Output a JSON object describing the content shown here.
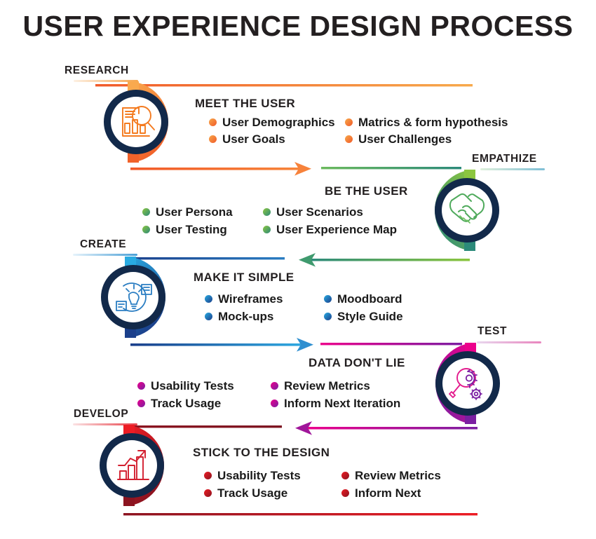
{
  "title": "USER EXPERIENCE DESIGN PROCESS",
  "colors": {
    "navy": "#12294a",
    "text": "#1a1a1a",
    "orange_light": "#f7a94b",
    "orange_dark": "#f15a29",
    "orange_bullet": "#f47b20",
    "green_light": "#8cc63f",
    "green_dark": "#2c8a7a",
    "green_bullet": "#51a94b",
    "blue_light": "#29abe2",
    "blue_dark": "#1b3f8b",
    "blue_bullet": "#2a7dc2",
    "pink": "#ec008c",
    "purple": "#7b1fa2",
    "magenta_bullet": "#b5148c",
    "red_light": "#ed1c24",
    "red_dark": "#8c1420",
    "red_bullet": "#c3172a"
  },
  "sections": [
    {
      "id": "research",
      "stage_label": "RESEARCH",
      "heading": "MEET THE USER",
      "icon": "document-magnifier-chart-icon",
      "bullets_left": [
        "User Demographics",
        "User Goals"
      ],
      "bullets_right": [
        "Matrics & form hypothesis",
        "User Challenges"
      ]
    },
    {
      "id": "empathize",
      "stage_label": "EMPATHIZE",
      "heading": "BE THE USER",
      "icon": "handshake-icon",
      "bullets_left": [
        "User Persona",
        "User Testing"
      ],
      "bullets_right": [
        "User Scenarios",
        "User Experience Map"
      ]
    },
    {
      "id": "create",
      "stage_label": "CREATE",
      "heading": "MAKE IT SIMPLE",
      "icon": "lightbulb-wireframe-icon",
      "bullets_left": [
        "Wireframes",
        "Mock-ups"
      ],
      "bullets_right": [
        "Moodboard",
        "Style Guide"
      ]
    },
    {
      "id": "test",
      "stage_label": "TEST",
      "heading": "DATA DON'T LIE",
      "icon": "magnifier-gears-icon",
      "bullets_left": [
        "Usability Tests",
        "Track Usage"
      ],
      "bullets_right": [
        "Review Metrics",
        "Inform Next Iteration"
      ]
    },
    {
      "id": "develop",
      "stage_label": "DEVELOP",
      "heading": "STICK TO THE DESIGN",
      "icon": "growth-bar-chart-icon",
      "bullets_left": [
        "Usability Tests",
        "Track Usage"
      ],
      "bullets_right": [
        "Review Metrics",
        "Inform Next"
      ]
    }
  ]
}
